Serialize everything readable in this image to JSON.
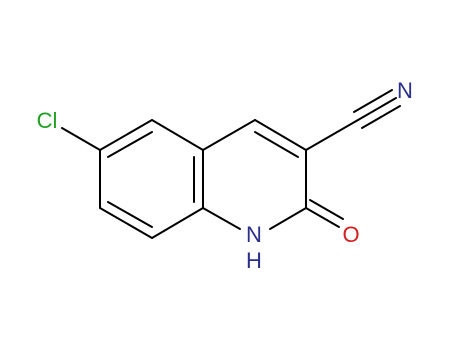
{
  "atoms": {
    "cl": {
      "text": "Cl",
      "color": "#1fa01f"
    },
    "n_nitrile": {
      "text": "N",
      "color": "#2b2f8c"
    },
    "n_ring": {
      "text": "N",
      "color": "#2b2f8c"
    },
    "h_ring": {
      "text": "H",
      "color": "#2b2f8c"
    },
    "o_carbonyl": {
      "text": "O",
      "color": "#d11f1f"
    }
  },
  "colors": {
    "bond": "#000000",
    "background": "#ffffff"
  }
}
